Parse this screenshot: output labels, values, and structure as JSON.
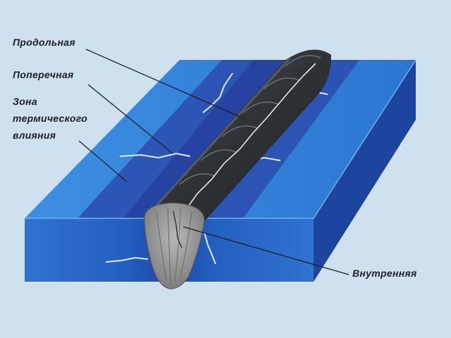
{
  "labels": {
    "longitudinal": "Продольная",
    "transverse": "Поперечная",
    "haz_line1": "Зона",
    "haz_line2": "термического",
    "haz_line3": "влияния",
    "internal": "Внутренняя"
  },
  "colors": {
    "background": "#cfe0ef",
    "plate_top": "#2a7fd8",
    "plate_haz": "#2b4fb0",
    "plate_front": "#1f57b8",
    "plate_side": "#1a3f98",
    "weld_bead": "#3a3d40",
    "weld_section": "#9a9a9a",
    "crack": "#dfeaf6",
    "leader": "#1e1e2a"
  }
}
